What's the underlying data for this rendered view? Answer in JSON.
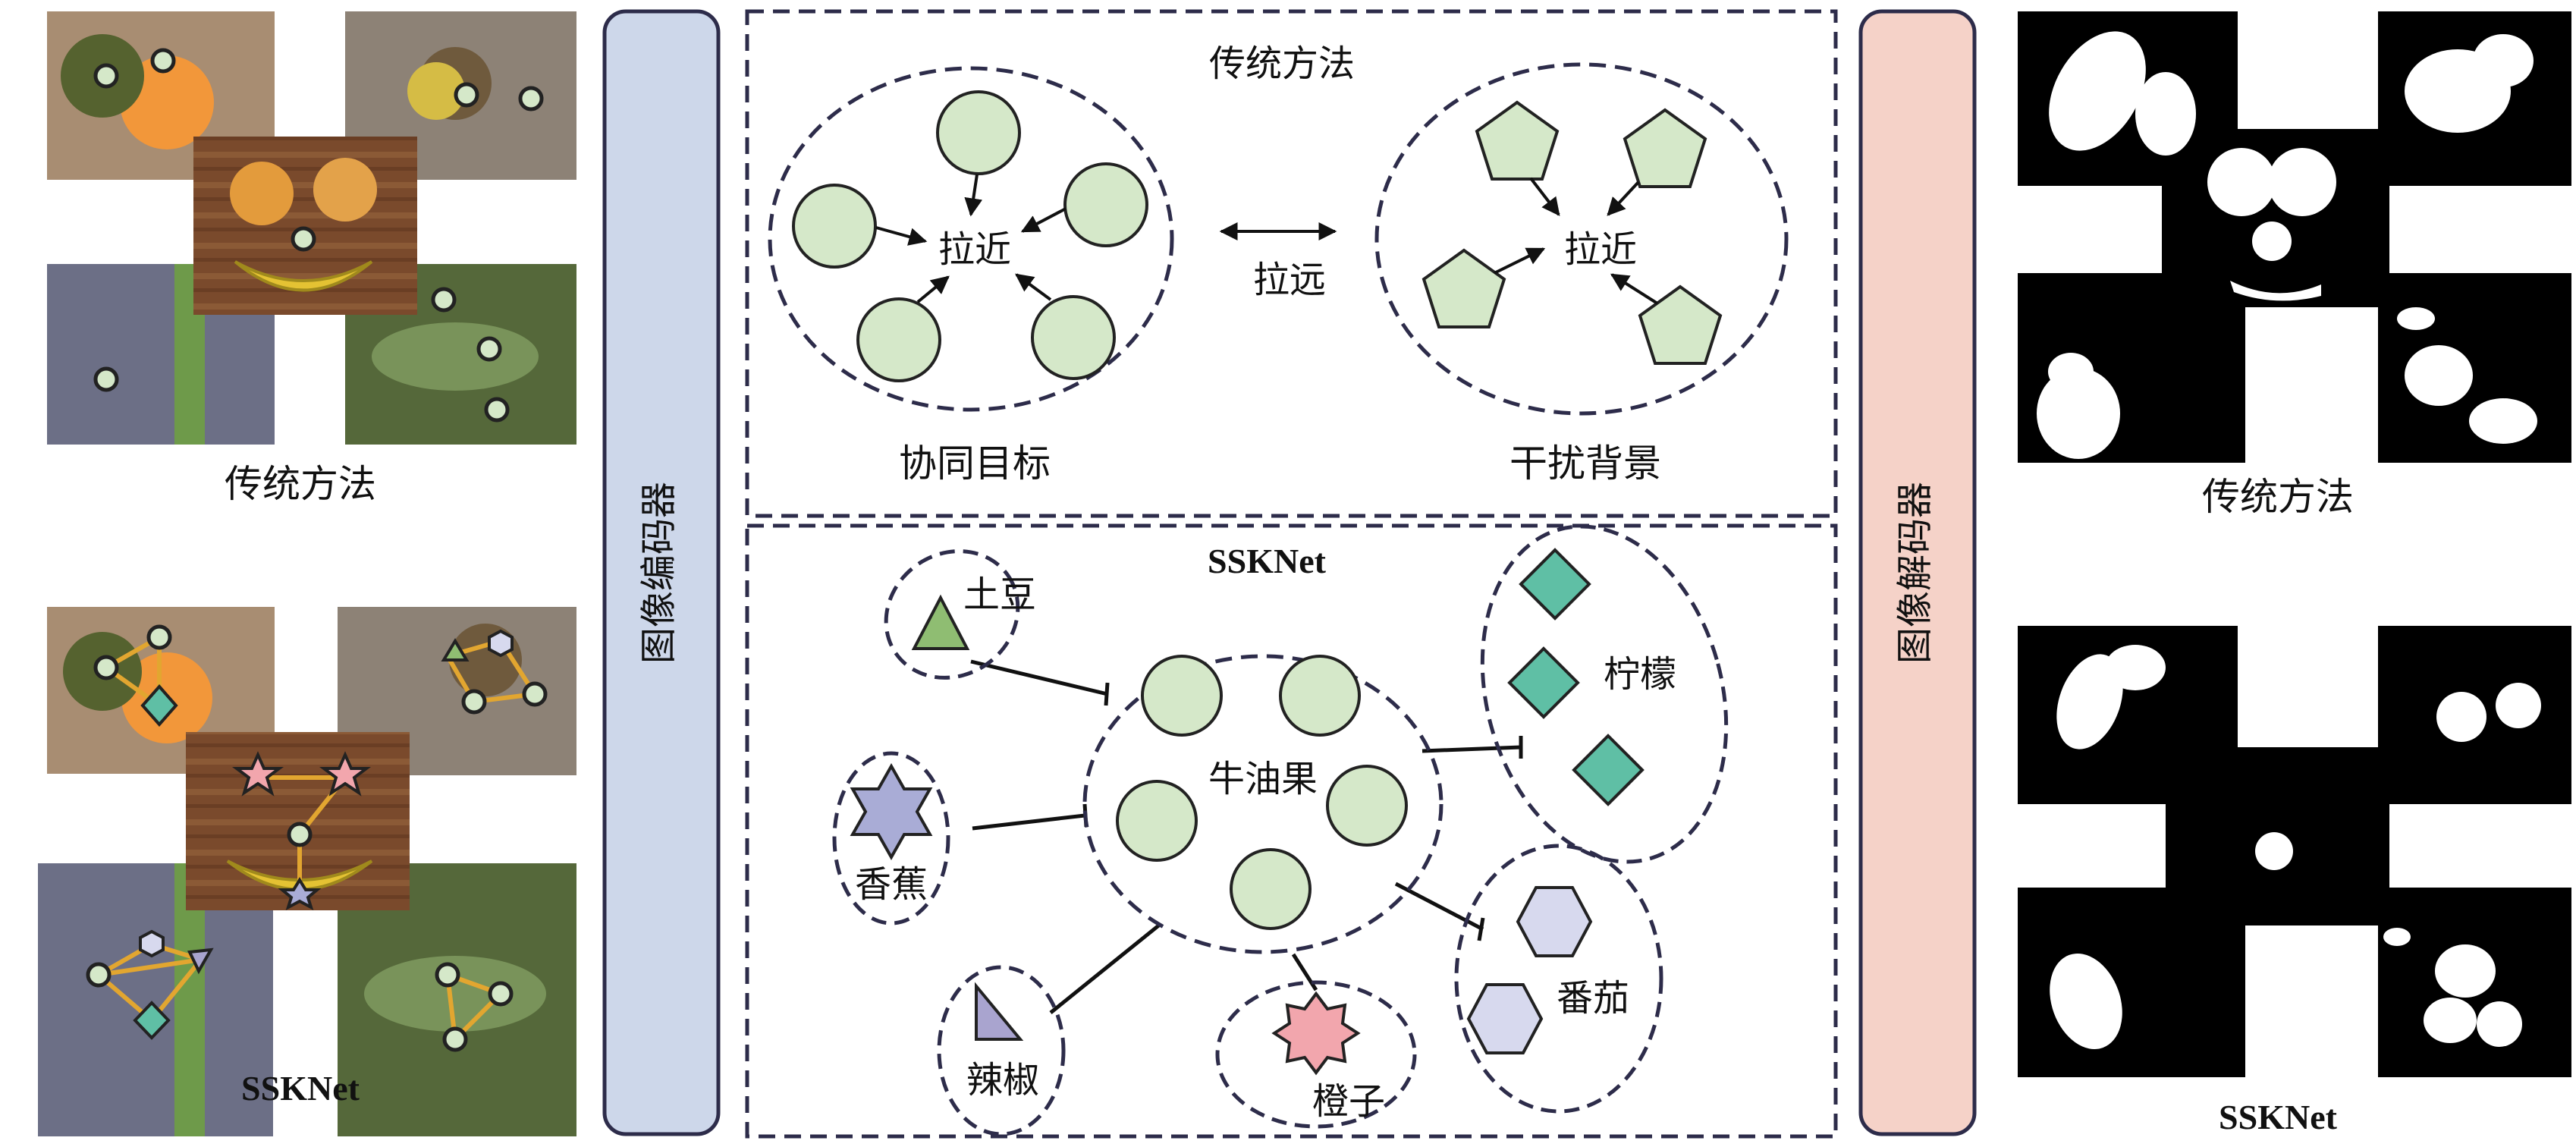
{
  "left_panel": {
    "traditional_caption": "传统方法",
    "ssknet_caption": "SSKNet"
  },
  "encoder": {
    "label": "图像编码器"
  },
  "decoder": {
    "label": "图像解码器"
  },
  "traditional_box": {
    "title": "传统方法",
    "cluster_left": {
      "center_label": "拉近",
      "caption": "协同目标"
    },
    "middle_label": "拉远",
    "cluster_right": {
      "center_label": "拉近",
      "caption": "干扰背景"
    }
  },
  "ssknet_box": {
    "title": "SSKNet",
    "center_label": "牛油果",
    "groups": {
      "potato": "土豆",
      "banana": "香蕉",
      "pepper": "辣椒",
      "orange": "橙子",
      "lemon": "柠檬",
      "tomato": "番茄"
    }
  },
  "right_panel": {
    "traditional_caption": "传统方法",
    "ssknet_caption": "SSKNet"
  },
  "colors": {
    "circle_fill": "#d5e8c9",
    "pentagon_fill": "#d5e8c9",
    "triangle_fill": "#8fbd72",
    "diamond_fill": "#5fbfa5",
    "star_blue_fill": "#a9acd6",
    "star_pink_fill": "#f2a6ad",
    "hexagon_fill": "#d7d9ee",
    "pepper_fill": "#a9a4cf",
    "encoder_fill": "#cdd7ea",
    "decoder_fill": "#f5d2c8",
    "dash_stroke": "#2d2c4a",
    "graph_link": "#e2a630"
  }
}
